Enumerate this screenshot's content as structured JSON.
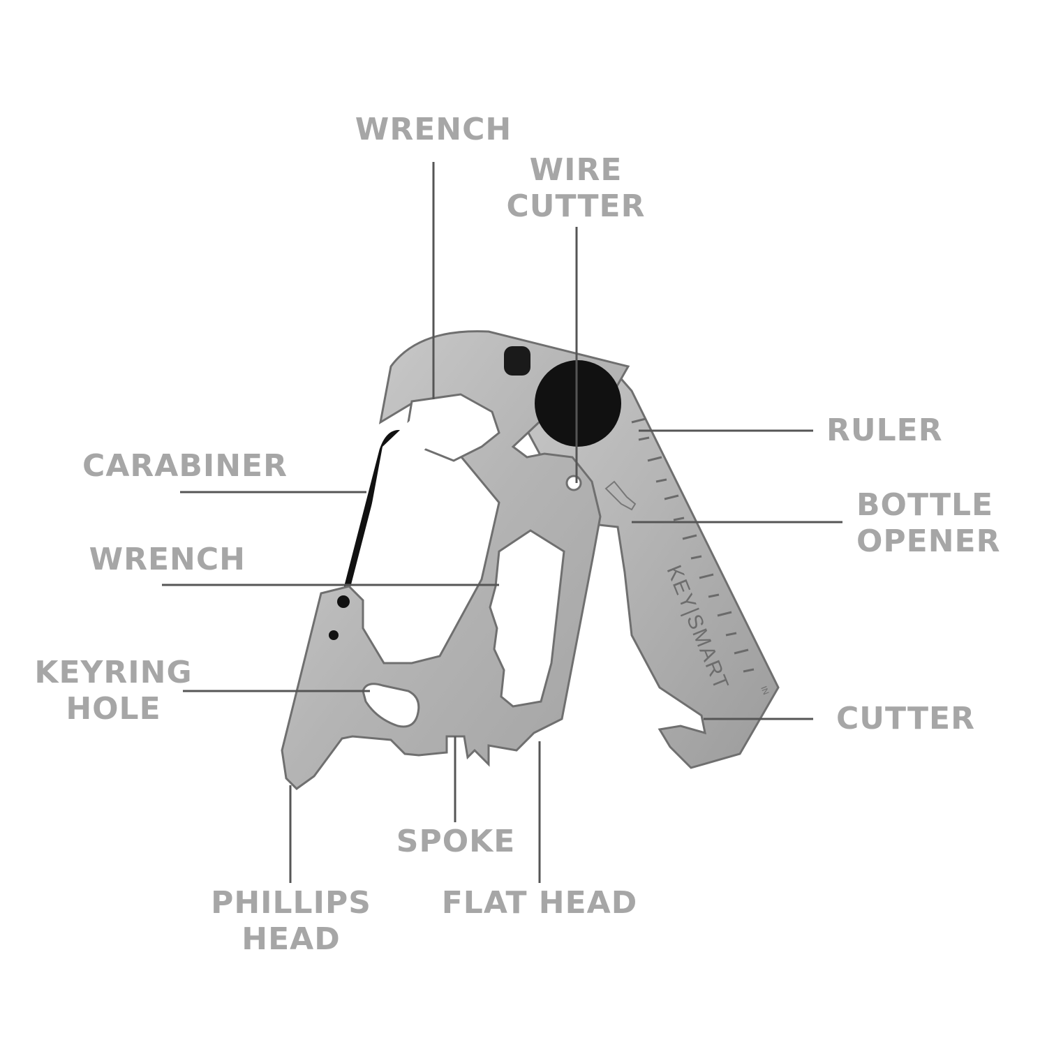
{
  "colors": {
    "background": "#ffffff",
    "label_text": "#a6a6a6",
    "leader_line": "#555555",
    "steel": "#b9b9b9",
    "steel_dark": "#8e8e8e",
    "rivet": "#111111"
  },
  "brand_engraving": "KEY|SMART",
  "ruler_unit": "IN",
  "labels": {
    "wrench_top": "WRENCH",
    "wire_cutter": [
      "WIRE",
      "CUTTER"
    ],
    "ruler": "RULER",
    "carabiner": "CARABINER",
    "bottle_opener": [
      "BOTTLE",
      "OPENER"
    ],
    "wrench_middle": "WRENCH",
    "keyring_hole": [
      "KEYRING",
      "HOLE"
    ],
    "cutter": "CUTTER",
    "spoke": "SPOKE",
    "phillips_head": [
      "PHILLIPS",
      "HEAD"
    ],
    "flat_head": "FLAT HEAD"
  }
}
